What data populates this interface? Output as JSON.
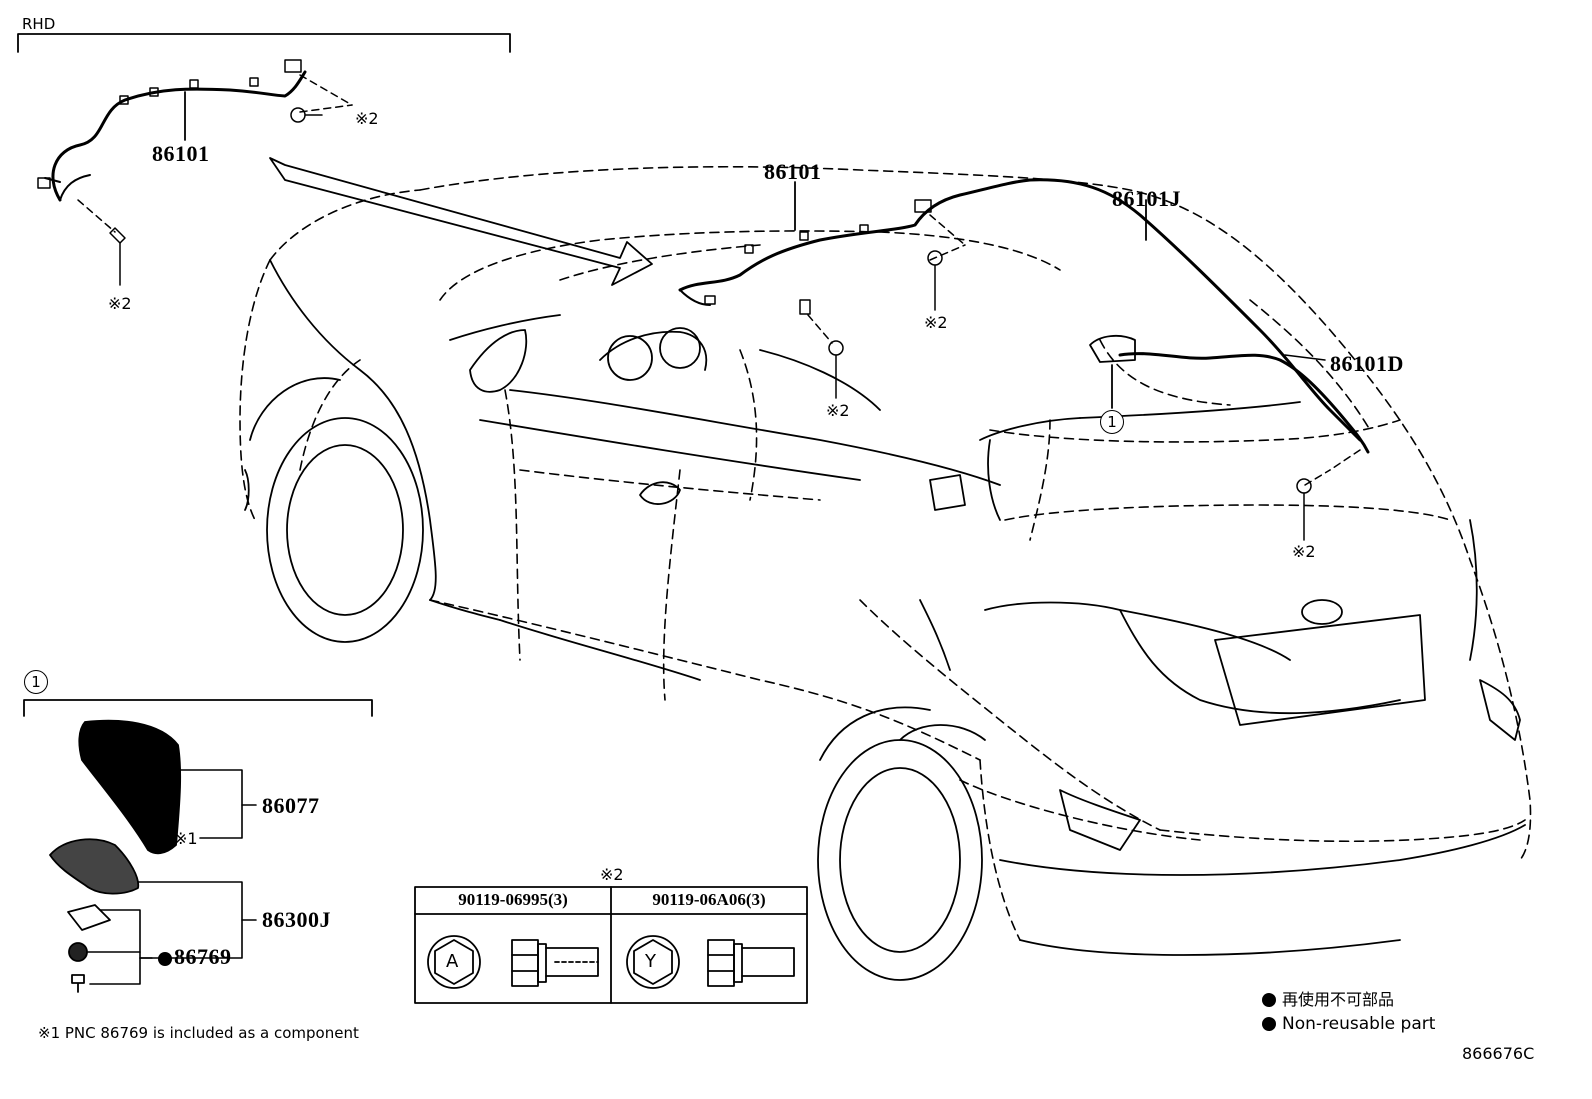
{
  "rhd_label": "RHD",
  "circle_ref": "1",
  "parts": {
    "p86101_inset": "86101",
    "p86101_main": "86101",
    "p86101J": "86101J",
    "p86101D": "86101D",
    "p86077": "86077",
    "p86300J": "86300J",
    "p86769": "86769"
  },
  "marks": {
    "note2": "※2",
    "note1": "※1"
  },
  "fastener_table": {
    "header_note": "※2",
    "col1_part": "90119-06995(3)",
    "col2_part": "90119-06A06(3)",
    "col1_head_letter": "A",
    "col2_head_letter": "Y"
  },
  "footnote": "※1 PNC 86769 is included as a component",
  "legend": {
    "jp": "再使用不可部品",
    "en": "Non-reusable part"
  },
  "diagram_id": "866676C",
  "icons": [
    "non-reusable-dot-icon",
    "bolt-icon",
    "car-outline"
  ]
}
